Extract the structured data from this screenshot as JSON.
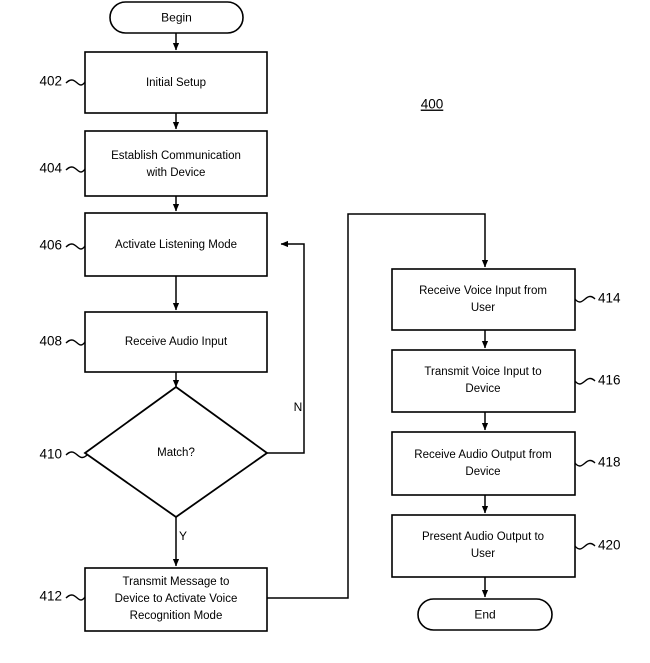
{
  "figure": {
    "number": "400",
    "title_label": "400"
  },
  "terminators": {
    "begin": "Begin",
    "end": "End"
  },
  "branches": {
    "yes": "Y",
    "no": "N"
  },
  "nodes": [
    {
      "ref": "402",
      "label": "Initial Setup",
      "lines": [
        "Initial Setup"
      ],
      "shape": "process"
    },
    {
      "ref": "404",
      "label": "Establish Communication with Device",
      "lines": [
        "Establish Communication",
        "with Device"
      ],
      "shape": "process"
    },
    {
      "ref": "406",
      "label": "Activate Listening Mode",
      "lines": [
        "Activate Listening Mode"
      ],
      "shape": "process"
    },
    {
      "ref": "408",
      "label": "Receive Audio Input",
      "lines": [
        "Receive Audio Input"
      ],
      "shape": "process"
    },
    {
      "ref": "410",
      "label": "Match?",
      "lines": [
        "Match?"
      ],
      "shape": "decision"
    },
    {
      "ref": "412",
      "label": "Transmit Message to Device to Activate Voice Recognition Mode",
      "lines": [
        "Transmit Message to",
        "Device to Activate Voice",
        "Recognition Mode"
      ],
      "shape": "process"
    },
    {
      "ref": "414",
      "label": "Receive Voice Input from User",
      "lines": [
        "Receive Voice Input from",
        "User"
      ],
      "shape": "process"
    },
    {
      "ref": "416",
      "label": "Transmit Voice Input to Device",
      "lines": [
        "Transmit Voice Input to",
        "Device"
      ],
      "shape": "process"
    },
    {
      "ref": "418",
      "label": "Receive Audio Output from Device",
      "lines": [
        "Receive Audio Output from",
        "Device"
      ],
      "shape": "process"
    },
    {
      "ref": "420",
      "label": "Present Audio Output to User",
      "lines": [
        "Present Audio Output to",
        "User"
      ],
      "shape": "process"
    }
  ],
  "colors": {
    "stroke": "#000000",
    "fill": "#ffffff",
    "background": "#ffffff"
  }
}
